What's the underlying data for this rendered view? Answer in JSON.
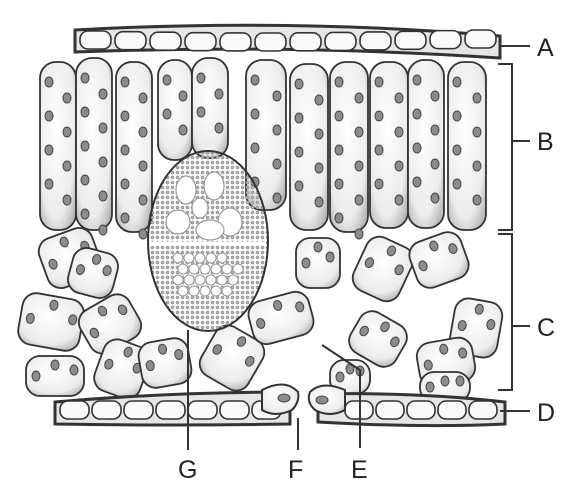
{
  "labels": {
    "A": "A",
    "B": "B",
    "C": "C",
    "D": "D",
    "E": "E",
    "F": "F",
    "G": "G"
  },
  "colors": {
    "outline": "#333333",
    "cell_fill": "#f4f4f4",
    "chloroplast": "#8c8c8c",
    "chloroplast_edge": "#444444",
    "vein_stipple": "#bdbdbd",
    "epidermis_fill": "#e6e6e6"
  }
}
